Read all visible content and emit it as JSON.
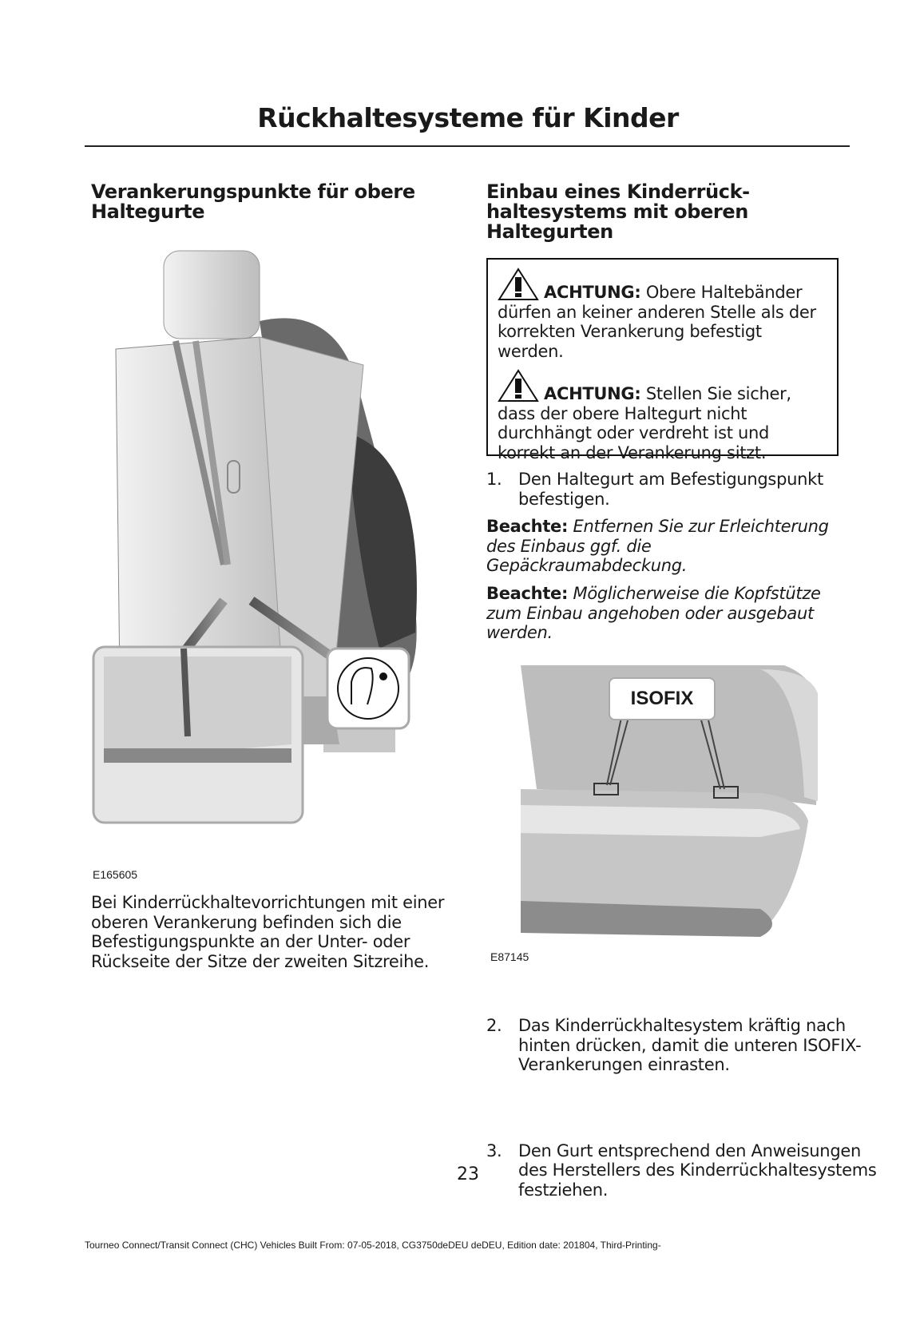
{
  "page_title": "Rückhaltesysteme für Kinder",
  "left": {
    "heading": "Verankerungspunkte für obere Haltegurte",
    "figure_code": "E165605",
    "body": "Bei Kinderrückhaltevorrichtungen mit einer oberen Verankerung befinden sich die Befestigungspunkte an der Unter- oder Rückseite der Sitze der zweiten Sitzreihe."
  },
  "right": {
    "heading": "Einbau eines Kinderrück­haltesystems mit oberen Haltegurten",
    "warnings": [
      {
        "label": "ACHTUNG:",
        "text": "Obere Haltebänder dürfen an keiner anderen Stelle als der korrekten Verankerung befestigt werden."
      },
      {
        "label": "ACHTUNG:",
        "text": "Stellen Sie sicher, dass der obere Haltegurt nicht durchhängt oder verdreht ist und korrekt an der Verankerung sitzt."
      }
    ],
    "step1": {
      "num": "1.",
      "text": "Den Haltegurt am Befestigungspunkt befestigen."
    },
    "notes": [
      {
        "label": "Beachte:",
        "text": "Entfernen Sie zur Erleichterung des Einbaus ggf. die Gepäckraumabdeckung."
      },
      {
        "label": "Beachte:",
        "text": "Möglicherweise die Kopfstütze zum Einbau angehoben oder ausgebaut werden."
      }
    ],
    "figure_label": "ISOFIX",
    "figure_code": "E87145",
    "steps": [
      {
        "num": "2.",
        "text": "Das Kinderrückhaltesystem kräftig nach hinten drücken, damit die unteren ISOFIX-Verankerungen einrasten."
      },
      {
        "num": "3.",
        "text": "Den Gurt entsprechend den Anweisungen des Herstellers des Kinderrückhaltesystems festziehen."
      }
    ]
  },
  "page_number": "23",
  "footer": "Tourneo Connect/Transit Connect (CHC) Vehicles Built From: 07-05-2018, CG3750deDEU deDEU, Edition date: 201804, Third-Printing-"
}
